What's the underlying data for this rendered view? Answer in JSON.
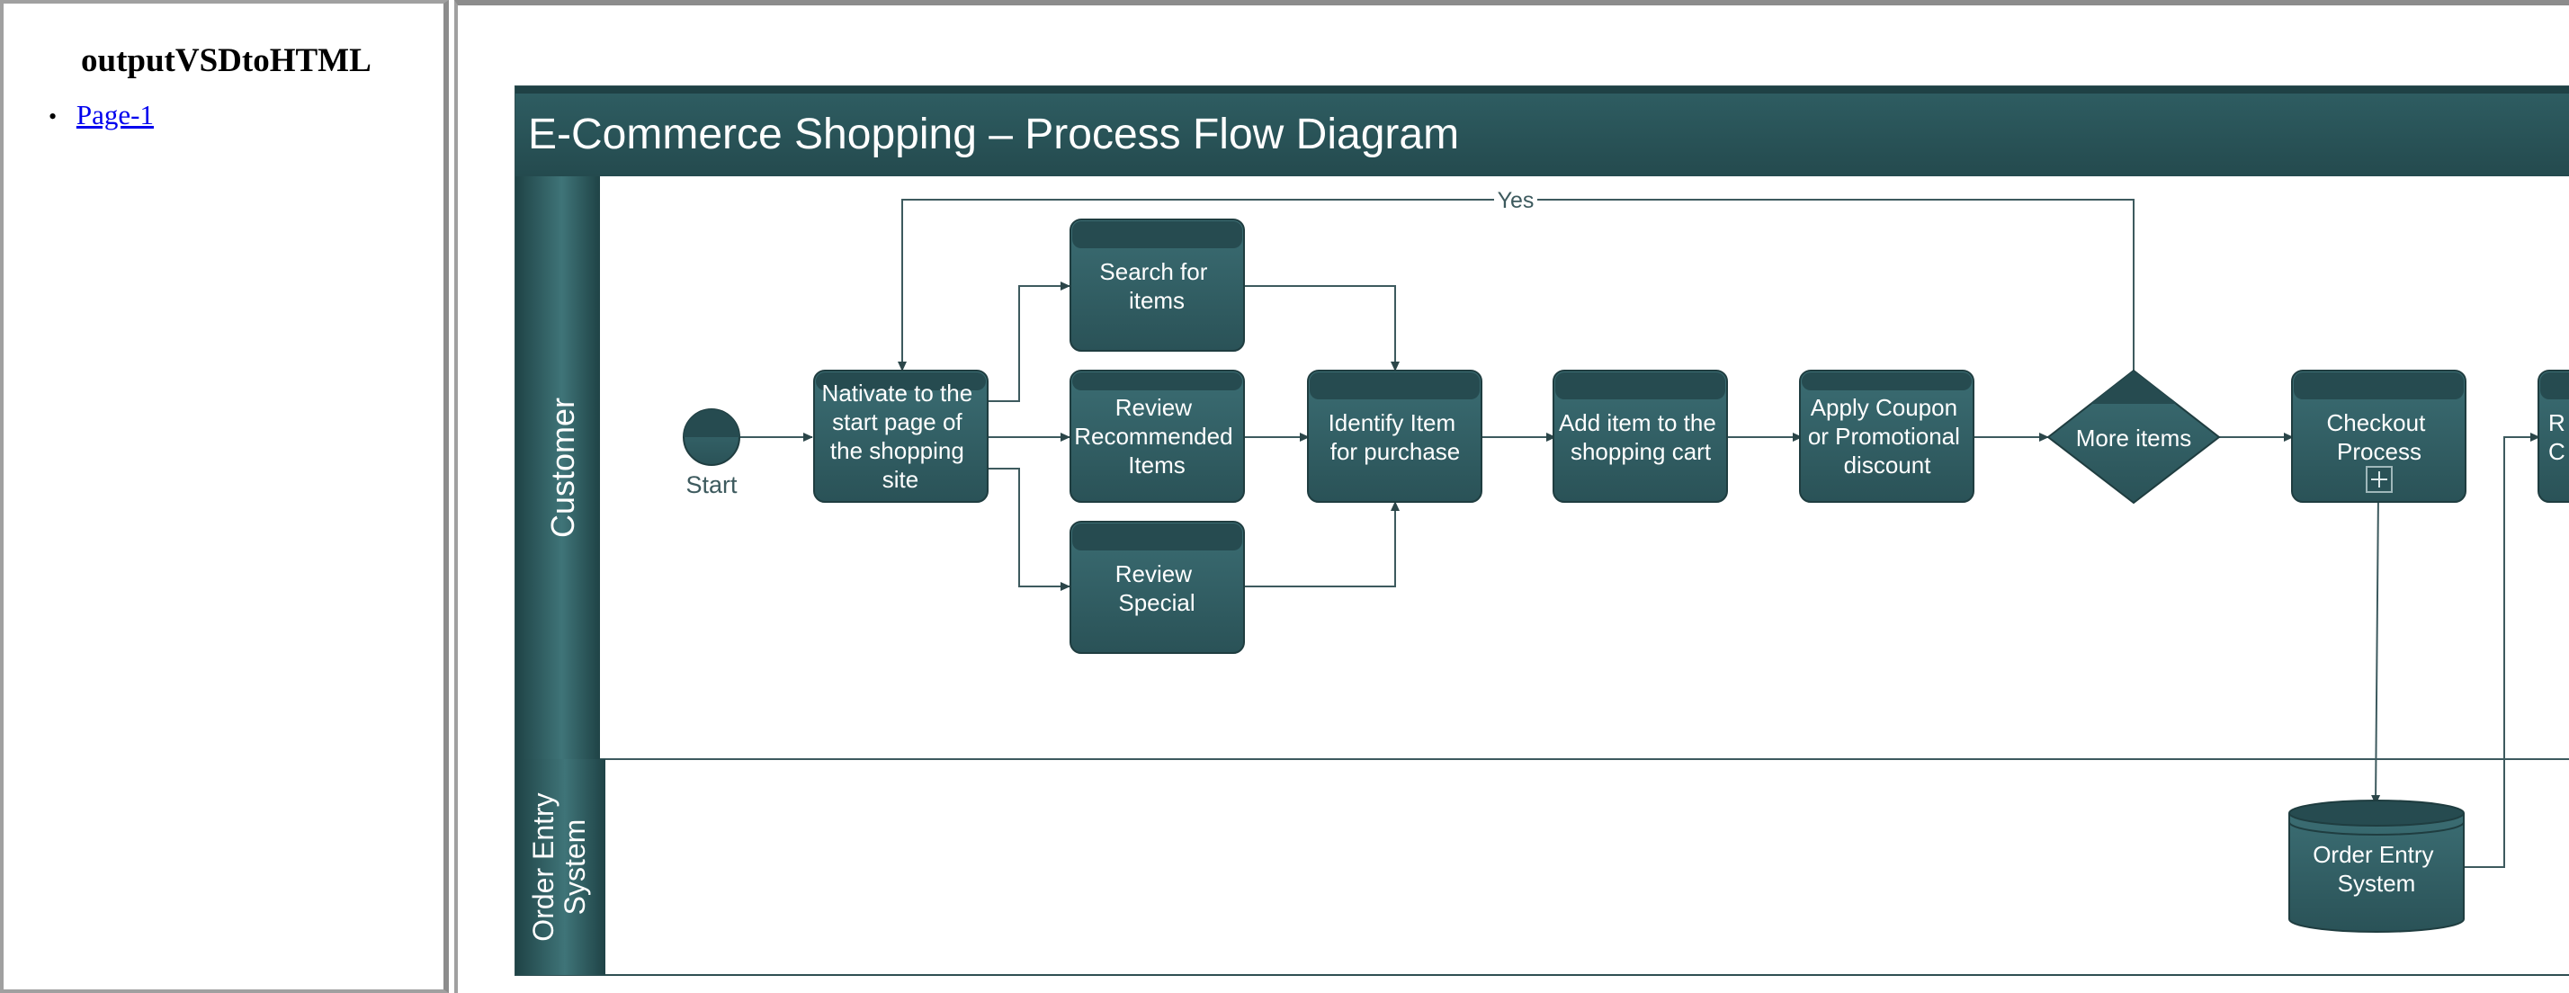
{
  "sidebar": {
    "title": "outputVSDtoHTML",
    "pages": [
      {
        "label": "Page-1"
      }
    ]
  },
  "diagram": {
    "title": "E-Commerce Shopping – Process Flow Diagram",
    "lanes": {
      "customer": "Customer",
      "order_entry": [
        "Order Entry",
        "System"
      ]
    },
    "start_label": "Start",
    "yes_label": "Yes",
    "nodes": {
      "navigate": [
        "Nativate to the",
        "start page of",
        "the shopping",
        "site"
      ],
      "search": [
        "Search for",
        "items"
      ],
      "review_recommended": [
        "Review",
        "Recommended",
        "Items"
      ],
      "review_special": [
        "Review",
        "Special"
      ],
      "identify": [
        "Identify Item",
        "for purchase"
      ],
      "add_cart": [
        "Add item to the",
        "shopping cart"
      ],
      "coupon": [
        "Apply Coupon",
        "or Promotional",
        "discount"
      ],
      "more_items": [
        "More items"
      ],
      "checkout": [
        "Checkout",
        "Process"
      ],
      "order_db": [
        "Order Entry",
        "System"
      ],
      "cut_off": [
        "R",
        "C"
      ]
    },
    "colors": {
      "header": "#2f5e63",
      "node_fill": "#335f66",
      "node_top": "#264b50",
      "line": "#3d5a5e",
      "text": "#ffffff"
    }
  }
}
